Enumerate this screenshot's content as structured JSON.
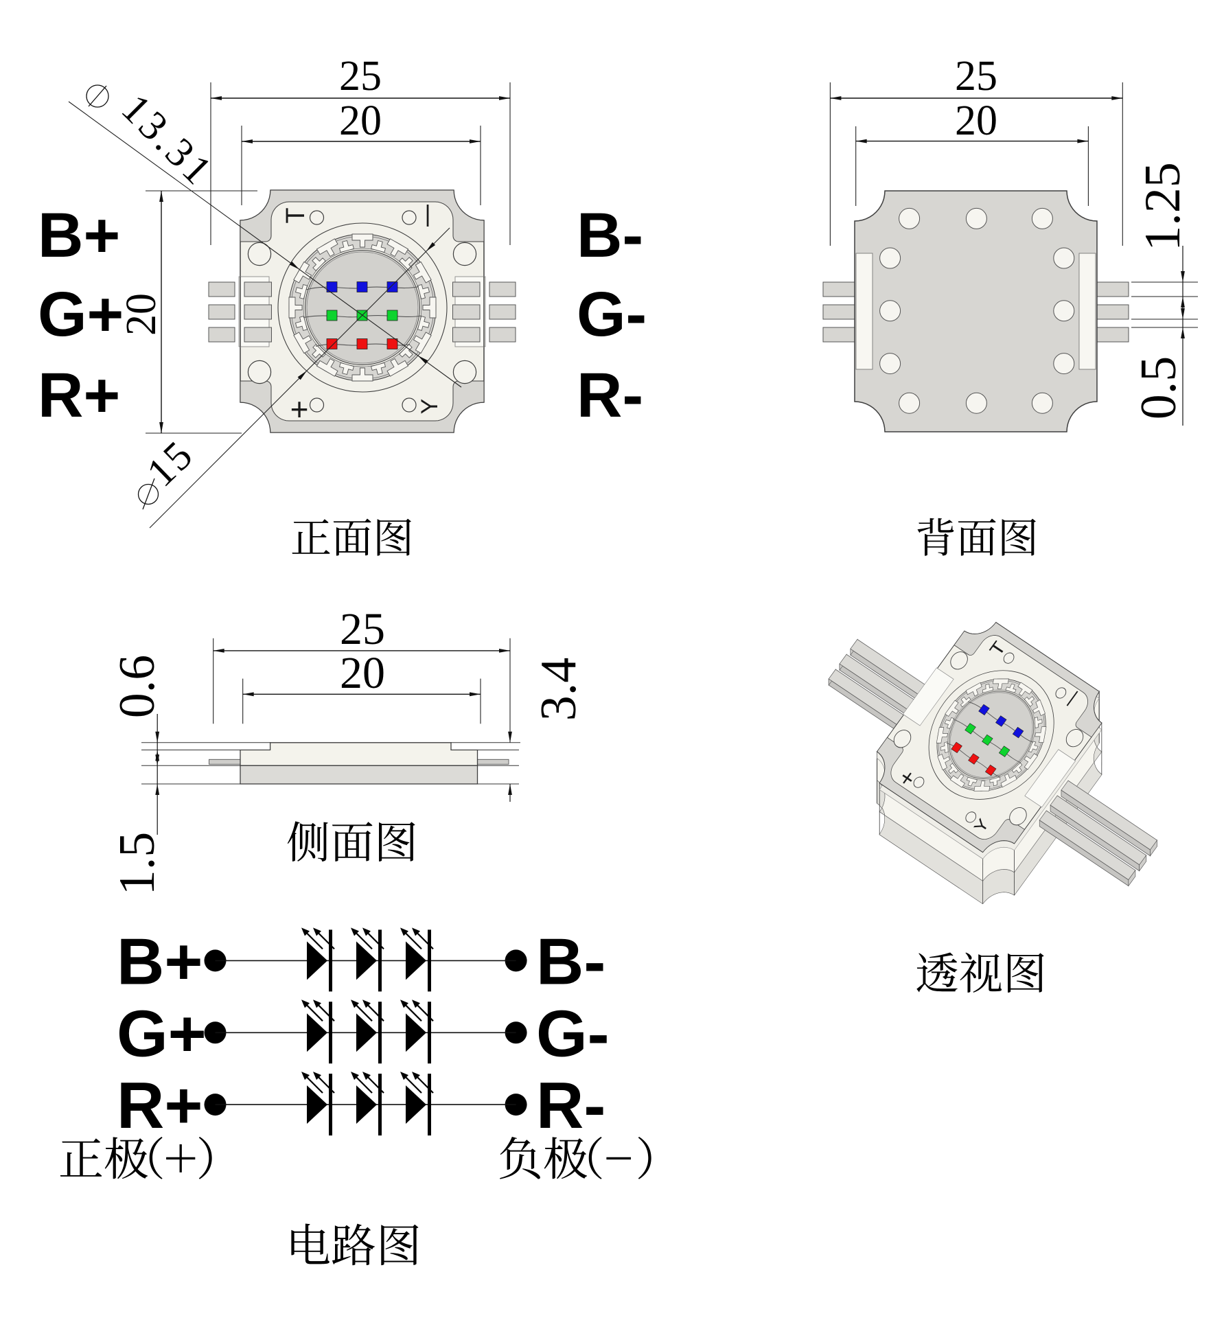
{
  "drawing": {
    "views": {
      "front": {
        "caption": "正面图",
        "dim_overall_width": "25",
        "dim_body_width": "20",
        "dim_body_height": "20",
        "diameter_symbol": "∅",
        "dim_ring_diameter": "13.31",
        "dim_lens_diameter": "15",
        "terminals_left": [
          "B+",
          "G+",
          "R+"
        ],
        "terminals_right": [
          "B-",
          "G-",
          "R-"
        ],
        "marks": {
          "top_left": "T",
          "top_right": "|",
          "bottom_left": "+",
          "bottom_right": "Y"
        }
      },
      "back": {
        "caption": "背面图",
        "dim_overall_width": "25",
        "dim_body_width": "20",
        "dim_lead_width": "1.25",
        "dim_lead_gap": "0.5"
      },
      "side": {
        "caption": "侧面图",
        "dim_overall_width": "25",
        "dim_body_width": "20",
        "dim_step_height": "0.6",
        "dim_base_thickness": "1.5",
        "dim_total_height": "3.4"
      },
      "perspective": {
        "caption": "透视图"
      },
      "circuit": {
        "caption": "电路图",
        "anode_label": "正极（+）",
        "cathode_label": "负极（-）",
        "leds_per_row": 3,
        "rows": [
          {
            "pos": "B+",
            "neg": "B-"
          },
          {
            "pos": "G+",
            "neg": "G-"
          },
          {
            "pos": "R+",
            "neg": "R-"
          }
        ]
      }
    },
    "colors": {
      "die_red": "#ee1111",
      "die_green": "#0ed32e",
      "die_blue": "#1111dd",
      "body_gray": "#d7d6d2",
      "face_ivory": "#f2f1ea",
      "line": "#3f3f3f"
    }
  }
}
